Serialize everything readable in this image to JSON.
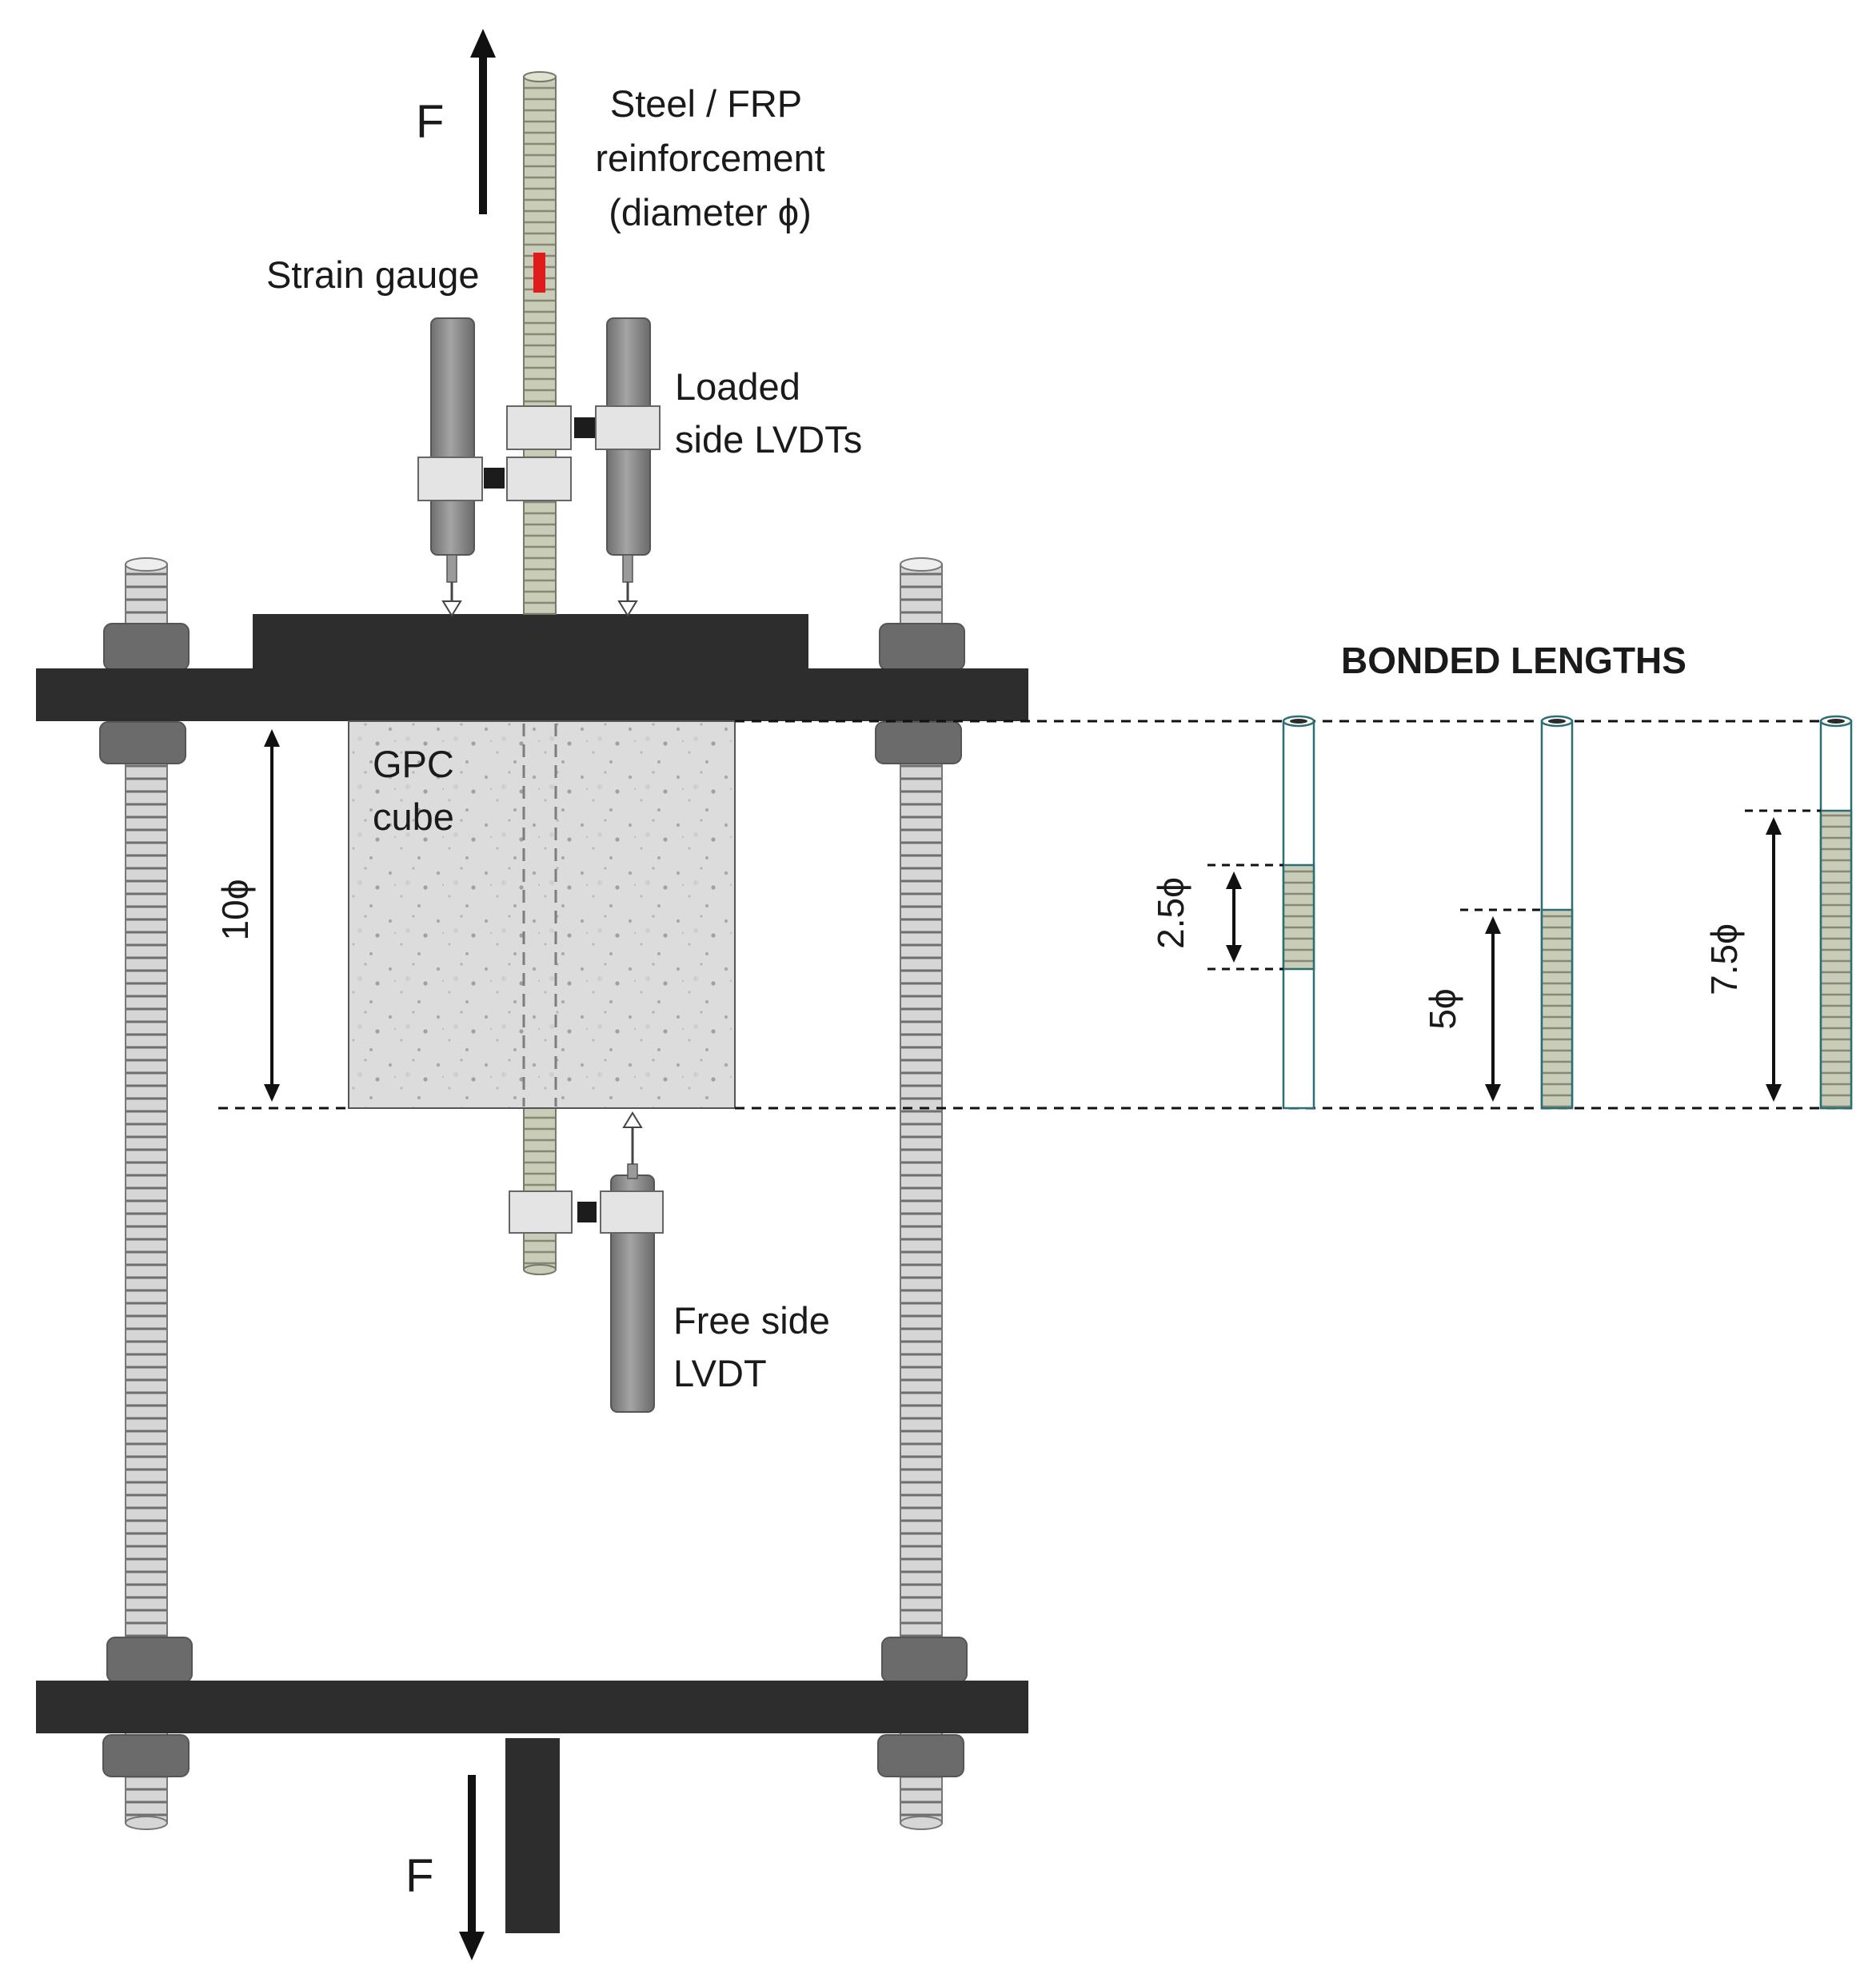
{
  "labels": {
    "force_top": "F",
    "force_bottom": "F",
    "rebar_line1": "Steel / FRP",
    "rebar_line2": "reinforcement",
    "rebar_line3": "(diameter ϕ)",
    "strain_gauge": "Strain gauge",
    "loaded_lvdt_line1": "Loaded",
    "loaded_lvdt_line2": "side LVDTs",
    "cube_line1": "GPC",
    "cube_line2": "cube",
    "cube_length": "10ϕ",
    "free_lvdt_line1": "Free side",
    "free_lvdt_line2": "LVDT",
    "bonded_title": "BONDED LENGTHS",
    "bond_1": "2.5ϕ",
    "bond_2": "5ϕ",
    "bond_3": "7.5ϕ"
  },
  "bonded_lengths_phi": [
    2.5,
    5,
    7.5
  ],
  "embedment_length_phi": 10,
  "colors": {
    "plate": "#2d2d2d",
    "nut": "#6b6b6b",
    "rod_fill": "#d4d4d4",
    "rebar_fill": "#c9ccb6",
    "lvdt": "#8c8c8c",
    "clamp": "#e4e4e4",
    "concrete": "#dddddd",
    "strain_gauge": "#e01b1b"
  }
}
